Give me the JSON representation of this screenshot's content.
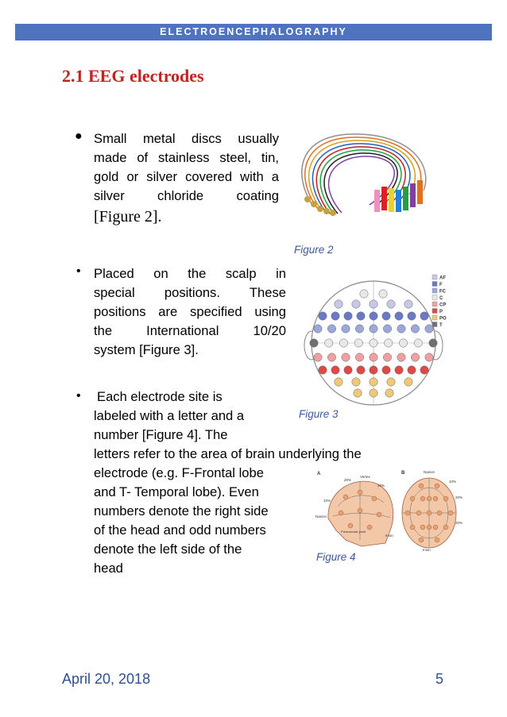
{
  "header": {
    "title": "ELECTROENCEPHALOGRAPHY"
  },
  "section": {
    "title": "2.1 EEG electrodes"
  },
  "bullets": [
    {
      "lines": [
        "Small metal discs usually",
        "made of stainless steel, tin,",
        "gold or silver covered with a",
        "silver chloride coating",
        "[Figure 2]."
      ]
    },
    {
      "lines": [
        "Placed on the scalp in",
        "special positions. These",
        "positions are specified using",
        "the International 10/20",
        "system [Figure 3]."
      ]
    },
    {
      "lines": [
        "Each electrode site is",
        "labeled with a letter and a",
        "number [Figure 4]. The",
        "letters refer to the area of brain underlying the",
        "electrode (e.g. F-Frontal lobe",
        "and T- Temporal lobe). Even",
        "numbers denote the right side",
        "of the head and odd numbers",
        "denote the left side of the",
        "head"
      ]
    }
  ],
  "figures": {
    "fig2_caption": "Figure 2",
    "fig3_caption": "Figure 3",
    "fig4_caption": "Figure 4",
    "fig3_legend": [
      "AF",
      "F",
      "FC",
      "C",
      "CP",
      "P",
      "PO",
      "T"
    ],
    "fig3_legend_colors": [
      "#c8c8e6",
      "#6a78c8",
      "#9aa8dc",
      "#e8e8e8",
      "#f0a0a0",
      "#e04848",
      "#f0c878",
      "#707070"
    ],
    "fig4_labels": {
      "panel_a": "A",
      "panel_b": "B",
      "vertex": "Vertex",
      "nasion": "Nasion",
      "inion": "Inion",
      "preauricular": "Preauricular point",
      "pct20": "20%",
      "pct10": "10%"
    }
  },
  "footer": {
    "date": "April 20, 2018",
    "page": "5"
  }
}
